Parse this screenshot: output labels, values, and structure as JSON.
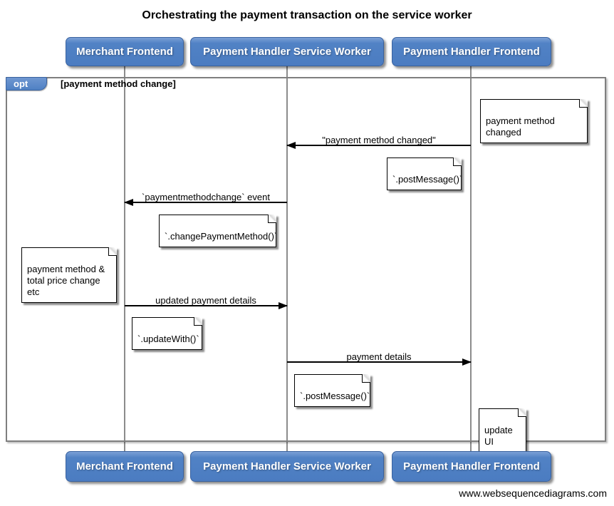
{
  "title": "Orchestrating the payment transaction on the service worker",
  "actors": [
    {
      "label": "Merchant Frontend"
    },
    {
      "label": "Payment Handler Service Worker"
    },
    {
      "label": "Payment Handler Frontend"
    }
  ],
  "fragment": {
    "operator": "opt",
    "condition": "[payment method change]"
  },
  "messages": [
    {
      "label": "\"payment method changed\"",
      "from": "Payment Handler Frontend",
      "to": "Payment Handler Service Worker"
    },
    {
      "label": "`paymentmethodchange` event",
      "from": "Payment Handler Service Worker",
      "to": "Merchant Frontend"
    },
    {
      "label": "updated payment details",
      "from": "Merchant Frontend",
      "to": "Payment Handler Service Worker"
    },
    {
      "label": "payment details",
      "from": "Payment Handler Service Worker",
      "to": "Payment Handler Frontend"
    }
  ],
  "notes": [
    {
      "text": "payment method changed"
    },
    {
      "text": "`.postMessage()`"
    },
    {
      "text": "`.changePaymentMethod()`"
    },
    {
      "text": "payment method &\ntotal price change etc"
    },
    {
      "text": "`.updateWith()`"
    },
    {
      "text": "`.postMessage()`"
    },
    {
      "text": "update UI"
    }
  ],
  "footer": "www.websequencediagrams.com",
  "colors": {
    "actor_fill": "#4f81c4",
    "actor_border": "#39629f",
    "frame_border": "#7f7f7f",
    "lifeline": "#8c8c8c",
    "line": "#000000"
  }
}
